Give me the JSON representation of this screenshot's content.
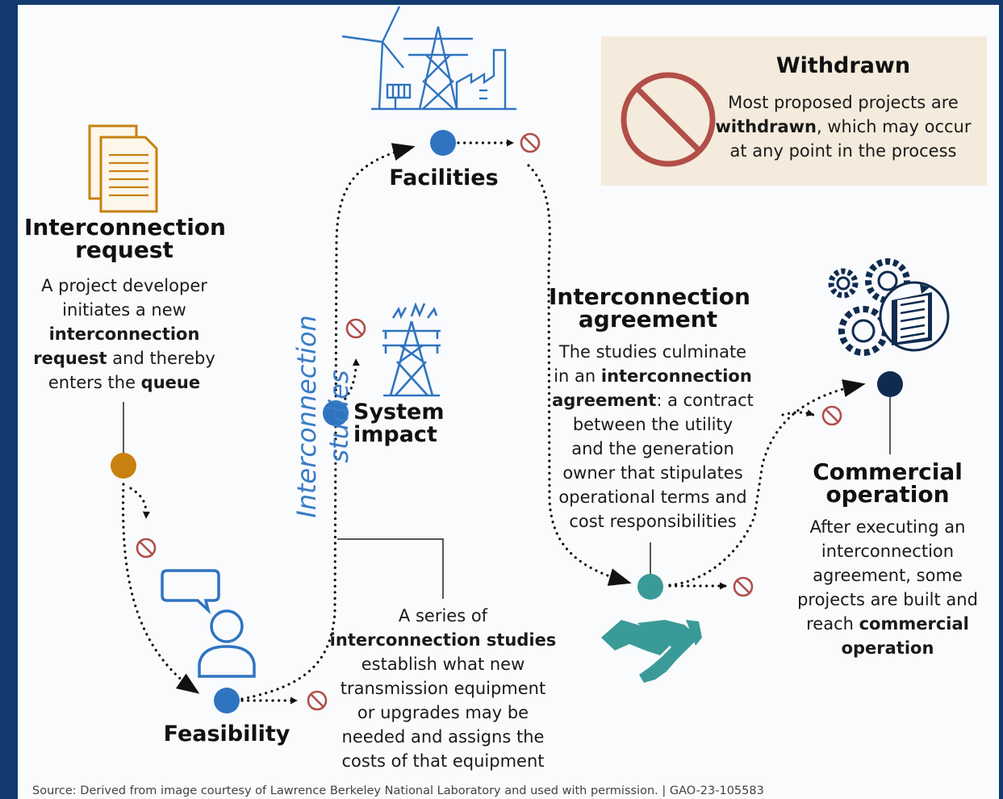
{
  "withdrawn": {
    "title": "Withdrawn",
    "line1": "Most proposed projects are",
    "line2_bold": "withdrawn",
    "line2_rest": ", which may occur",
    "line3": "at any point in the process"
  },
  "interconnection_request": {
    "title_line1": "Interconnection",
    "title_line2": "request",
    "desc_line1": "A project developer",
    "desc_line2": "initiates a new",
    "desc_line3_bold": "interconnection",
    "desc_line4_bold": "request",
    "desc_line4_rest": " and thereby",
    "desc_line5_a": "enters the ",
    "desc_line5_bold": "queue"
  },
  "feasibility": {
    "title": "Feasibility"
  },
  "studies_label": "Interconnection studies",
  "system_impact": {
    "title": "System impact"
  },
  "facilities": {
    "title": "Facilities"
  },
  "studies_desc": {
    "line1": "A series of",
    "line2_bold": "interconnection studies",
    "line3": "establish what new",
    "line4": "transmission equipment",
    "line5": "or upgrades may be",
    "line6": "needed and assigns the",
    "line7": "costs of that equipment"
  },
  "agreement": {
    "title_line1": "Interconnection",
    "title_line2": "agreement",
    "line1": "The studies culminate",
    "line2_a": "in an ",
    "line2_bold": "interconnection",
    "line3_bold": "agreement",
    "line3_rest": ": a contract",
    "line4": "between the utility",
    "line5": "and the generation",
    "line6": "owner that stipulates",
    "line7": "operational terms and",
    "line8": "cost responsibilities"
  },
  "commercial": {
    "title_line1": "Commercial",
    "title_line2": "operation",
    "line1": "After executing an",
    "line2": "interconnection",
    "line3": "agreement, some",
    "line4": "projects are built and",
    "line5_a": "reach ",
    "line5_bold": "commercial",
    "line6_bold": "operation"
  },
  "source": "Source: Derived from image courtesy of Lawrence Berkeley National Laboratory and used with permission.  |  GAO-23-105583",
  "icons": [
    "documents-icon",
    "person-speech-icon",
    "transmission-tower-icon",
    "power-facilities-icon",
    "handshake-icon",
    "gears-building-icon",
    "prohibited-icon"
  ],
  "colors": {
    "frame": "#123a6e",
    "request": "#c8810f",
    "studies": "#2f74c0",
    "agreement": "#3a9a97",
    "commercial": "#0f2b4f",
    "withdrawn_bg": "#f4ebdc",
    "withdrawn_sign": "#b24e49"
  }
}
